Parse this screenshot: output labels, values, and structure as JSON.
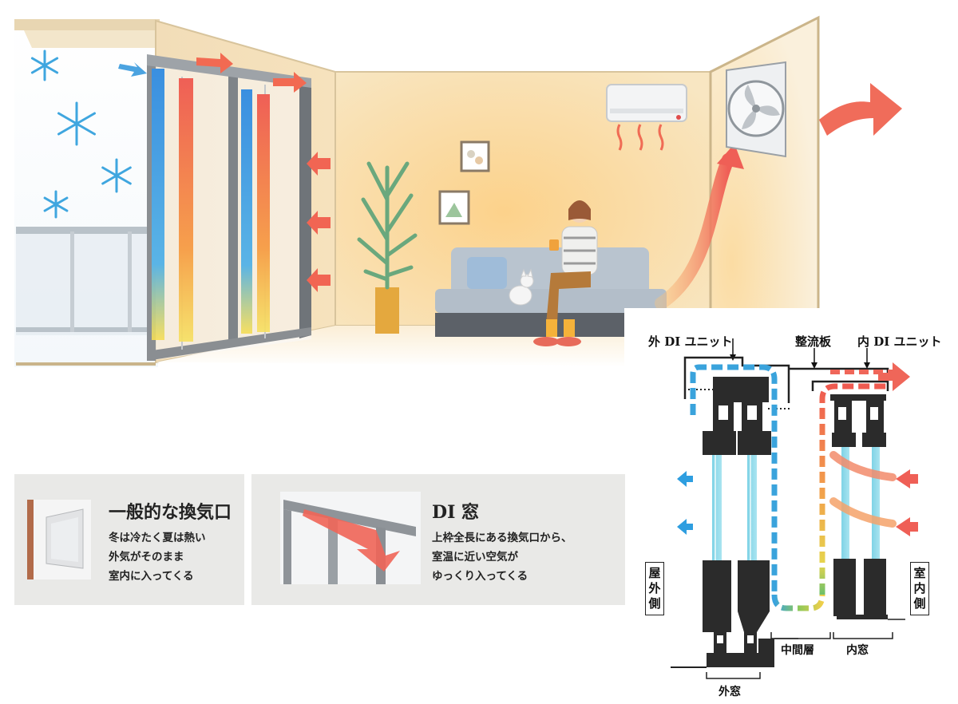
{
  "illustration": {
    "icons": [
      "snowflake-icon",
      "ventilation-fan-icon",
      "air-conditioner-icon",
      "plant-icon",
      "sofa-icon",
      "cat-icon",
      "woman-icon",
      "picture-frame-icon"
    ],
    "colors": {
      "wall": "#f7e2b6",
      "warm_glow": "#fbd08a",
      "cool_air": "#3d9ee0",
      "warm_air": "#f0645a",
      "snow": "#4bb0e4"
    }
  },
  "cards": {
    "general": {
      "title": "一般的な換気口",
      "lines": [
        "冬は冷たく夏は熱い",
        "外気がそのまま",
        "室内に入ってくる"
      ]
    },
    "di": {
      "title": "DI 窓",
      "lines": [
        "上枠全長にある換気口から、",
        "室温に近い空気が",
        "ゆっくり入ってくる"
      ]
    }
  },
  "diagram": {
    "labels": {
      "outer_unit": "外 DI ユニット",
      "rectifier": "整流板",
      "inner_unit": "内 DI ユニット",
      "middle_layer": "中間層",
      "inner_window": "内窓",
      "outer_window": "外窓"
    },
    "side_labels": {
      "outdoor": [
        "屋",
        "外",
        "側"
      ],
      "indoor": [
        "室",
        "内",
        "側"
      ]
    }
  }
}
